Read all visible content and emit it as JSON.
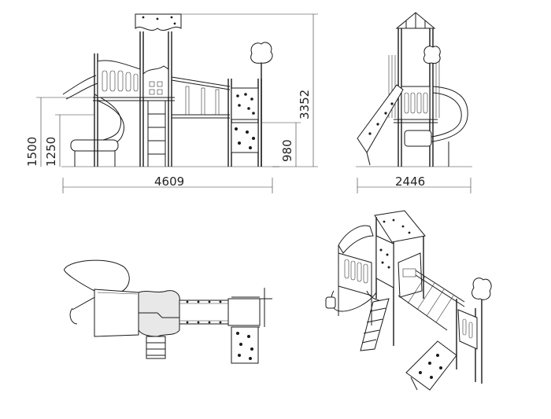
{
  "views": {
    "front": {
      "name": "front-elevation"
    },
    "side": {
      "name": "side-elevation"
    },
    "top": {
      "name": "top-plan"
    },
    "iso": {
      "name": "isometric-view"
    }
  },
  "dimensions": {
    "front_width": "4609",
    "side_width": "2446",
    "total_height": "3352",
    "height_1500": "1500",
    "height_1250": "1250",
    "height_980": "980"
  },
  "colors": {
    "line": "#1a1a1a",
    "panel": "#e8e8e8",
    "background": "#ffffff"
  }
}
